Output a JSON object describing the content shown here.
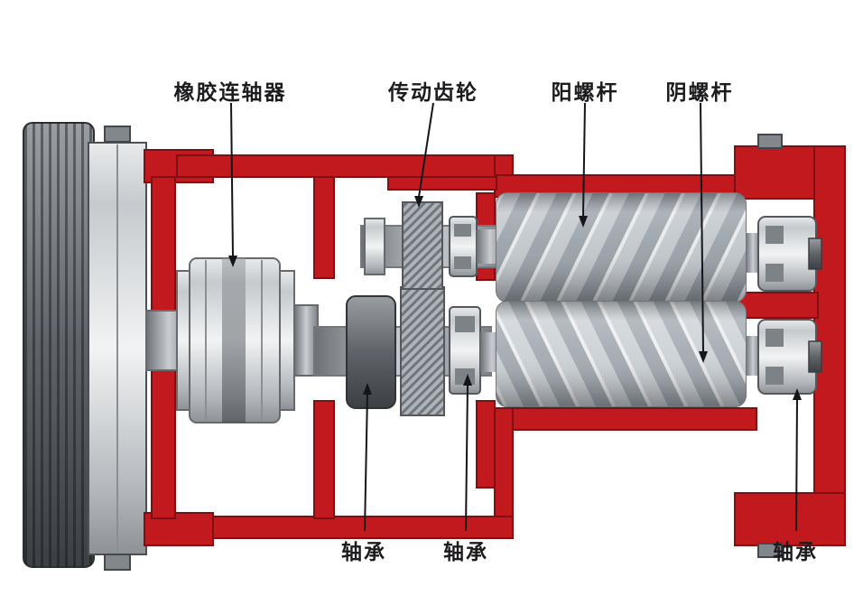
{
  "diagram": {
    "type": "technical-cross-section",
    "subject": "twin-screw compressor drive train cutaway",
    "background": "#ffffff",
    "colors": {
      "casing_red": "#c2191f",
      "casing_red_dark": "#7e0f13",
      "metal_light": "#d7dadd",
      "metal_mid": "#9aa1a8",
      "metal_dark": "#5f6368",
      "leader_line": "#15151a"
    },
    "callouts": {
      "top": [
        {
          "label": "橡胶连轴器",
          "target": "rubber-coupling"
        },
        {
          "label": "传动齿轮",
          "target": "drive-gear"
        },
        {
          "label": "阳螺杆",
          "target": "male-screw-rotor"
        },
        {
          "label": "阴螺杆",
          "target": "female-screw-rotor"
        }
      ],
      "bottom": [
        {
          "label": "轴承",
          "target": "bearing-left"
        },
        {
          "label": "轴承",
          "target": "bearing-middle"
        },
        {
          "label": "轴承",
          "target": "bearing-right"
        }
      ]
    }
  }
}
